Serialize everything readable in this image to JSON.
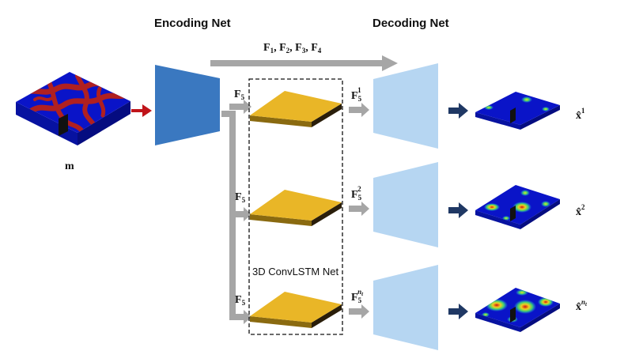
{
  "headers": {
    "encoding": "Encoding Net",
    "decoding": "Decoding Net"
  },
  "labels": {
    "input": "m",
    "skip_features": "F1, F2, F3, F4",
    "lstm_input": "F5",
    "lstm_block": "3D ConvLSTM Net",
    "decoded_1": "F5^1",
    "decoded_2": "F5^2",
    "decoded_n": "F5^nt",
    "output_1": "x̂^1",
    "output_2": "x̂^2",
    "output_n": "x̂^nt"
  },
  "colors": {
    "encoder": "#3a78c0",
    "decoder": "#b6d6f2",
    "lstm_cell_top": "#e9b627",
    "lstm_cell_side": "#2a1e0a",
    "grey_arrow": "#a6a6a6",
    "red_arrow": "#c0141a",
    "navy_arrow": "#1f3864",
    "field_background": "#0a14c8",
    "channel": "#b02020"
  }
}
